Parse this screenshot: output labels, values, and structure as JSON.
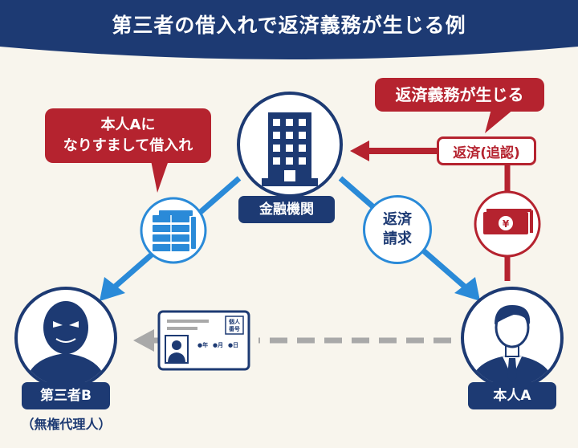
{
  "title": "第三者の借入れで返済義務が生じる例",
  "bubble_third_party": {
    "line1": "本人Aに",
    "line2": "なりすまして借入れ"
  },
  "bubble_obligation": "返済義務が生じる",
  "labels": {
    "bank": "金融機関",
    "third_party": "第三者B",
    "third_party_note": "（無権代理人）",
    "principal": "本人A"
  },
  "repayment_box": "返済(追認)",
  "claim": {
    "line1": "返済",
    "line2": "請求"
  },
  "id_card": {
    "badge_line1": "個人",
    "badge_line2": "番号",
    "date_year": "●年",
    "date_month": "●月",
    "date_day": "●日"
  },
  "money_icon_symbol": "¥",
  "colors": {
    "navy": "#1d3a73",
    "red": "#b5232f",
    "blue": "#2a8ad8",
    "gray": "#a9a9a9",
    "background": "#f8f5ed"
  },
  "icons": [
    "building-icon",
    "cash-stack-icon",
    "yen-bill-icon",
    "id-card-icon",
    "masked-person-icon",
    "businessman-icon"
  ]
}
